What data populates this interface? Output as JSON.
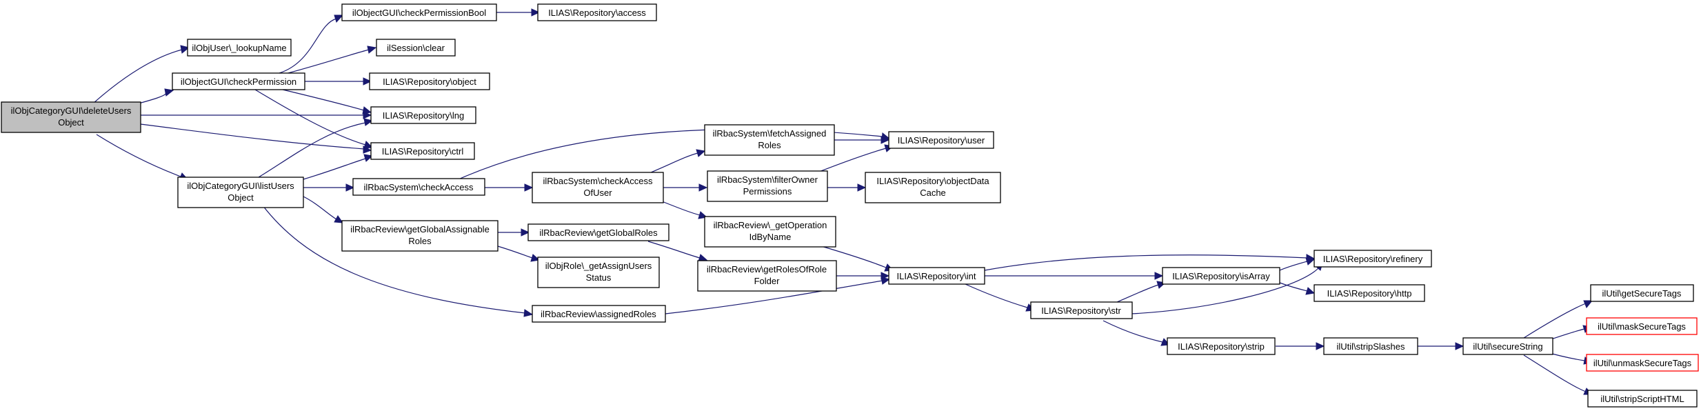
{
  "graph": {
    "edge_color": "#191970",
    "root_fill": "#bfbfbf",
    "truncated_border_color": "#ff0000",
    "nodes": [
      {
        "id": "root",
        "label": [
          "ilObjCategoryGUI\\deleteUsers",
          "Object"
        ]
      },
      {
        "id": "lookupName",
        "label": [
          "ilObjUser\\_lookupName"
        ]
      },
      {
        "id": "checkPermission",
        "label": [
          "ilObjectGUI\\checkPermission"
        ]
      },
      {
        "id": "listUsers",
        "label": [
          "ilObjCategoryGUI\\listUsers",
          "Object"
        ]
      },
      {
        "id": "checkPermissionBool",
        "label": [
          "ilObjectGUI\\checkPermissionBool"
        ]
      },
      {
        "id": "access",
        "label": [
          "ILIAS\\Repository\\access"
        ]
      },
      {
        "id": "sessionClear",
        "label": [
          "ilSession\\clear"
        ]
      },
      {
        "id": "object",
        "label": [
          "ILIAS\\Repository\\object"
        ]
      },
      {
        "id": "lng",
        "label": [
          "ILIAS\\Repository\\lng"
        ]
      },
      {
        "id": "ctrl",
        "label": [
          "ILIAS\\Repository\\ctrl"
        ]
      },
      {
        "id": "rbacCheckAccess",
        "label": [
          "ilRbacSystem\\checkAccess"
        ]
      },
      {
        "id": "getGlobalAssignableRoles",
        "label": [
          "ilRbacReview\\getGlobalAssignable",
          "Roles"
        ]
      },
      {
        "id": "assignedRoles",
        "label": [
          "ilRbacReview\\assignedRoles"
        ]
      },
      {
        "id": "checkAccessOfUser",
        "label": [
          "ilRbacSystem\\checkAccess",
          "OfUser"
        ]
      },
      {
        "id": "getGlobalRoles",
        "label": [
          "ilRbacReview\\getGlobalRoles"
        ]
      },
      {
        "id": "getAssignUsersStatus",
        "label": [
          "ilObjRole\\_getAssignUsers",
          "Status"
        ]
      },
      {
        "id": "fetchAssignedRoles",
        "label": [
          "ilRbacSystem\\fetchAssigned",
          "Roles"
        ]
      },
      {
        "id": "filterOwnerPermissions",
        "label": [
          "ilRbacSystem\\filterOwner",
          "Permissions"
        ]
      },
      {
        "id": "getOperationIdByName",
        "label": [
          "ilRbacReview\\_getOperation",
          "IdByName"
        ]
      },
      {
        "id": "getRolesOfRoleFolder",
        "label": [
          "ilRbacReview\\getRolesOfRole",
          "Folder"
        ]
      },
      {
        "id": "user",
        "label": [
          "ILIAS\\Repository\\user"
        ]
      },
      {
        "id": "objectDataCache",
        "label": [
          "ILIAS\\Repository\\objectData",
          "Cache"
        ]
      },
      {
        "id": "int",
        "label": [
          "ILIAS\\Repository\\int"
        ]
      },
      {
        "id": "str",
        "label": [
          "ILIAS\\Repository\\str"
        ]
      },
      {
        "id": "isArray",
        "label": [
          "ILIAS\\Repository\\isArray"
        ]
      },
      {
        "id": "strip",
        "label": [
          "ILIAS\\Repository\\strip"
        ]
      },
      {
        "id": "refinery",
        "label": [
          "ILIAS\\Repository\\refinery"
        ]
      },
      {
        "id": "http",
        "label": [
          "ILIAS\\Repository\\http"
        ]
      },
      {
        "id": "stripSlashes",
        "label": [
          "ilUtil\\stripSlashes"
        ]
      },
      {
        "id": "secureString",
        "label": [
          "ilUtil\\secureString"
        ]
      },
      {
        "id": "getSecureTags",
        "label": [
          "ilUtil\\getSecureTags"
        ]
      },
      {
        "id": "maskSecureTags",
        "label": [
          "ilUtil\\maskSecureTags"
        ]
      },
      {
        "id": "unmaskSecureTags",
        "label": [
          "ilUtil\\unmaskSecureTags"
        ]
      },
      {
        "id": "stripScriptHTML",
        "label": [
          "ilUtil\\stripScriptHTML"
        ]
      }
    ]
  }
}
